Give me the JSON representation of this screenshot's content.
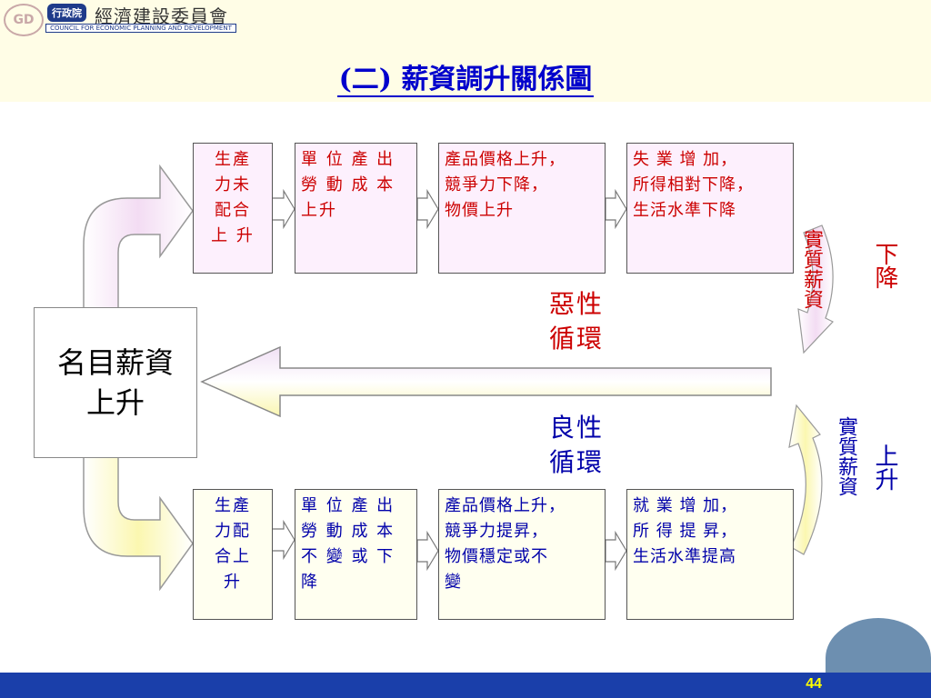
{
  "header": {
    "logo_badge": "GD",
    "logo_exec": "行政院",
    "logo_cn": "經濟建設委員會",
    "logo_en": "COUNCIL FOR ECONOMIC PLANNING AND DEVELOPMENT",
    "title": "(二) 薪資調升關係圖"
  },
  "center_box": {
    "line1": "名目薪資",
    "line2": "上升"
  },
  "top_row": [
    {
      "lines": [
        "生產",
        "力未",
        "配合",
        "上 升"
      ]
    },
    {
      "lines": [
        "單 位 產 出",
        "勞 動 成 本",
        "上升"
      ]
    },
    {
      "lines": [
        "產品價格上升，",
        "競爭力下降，",
        "物價上升"
      ]
    },
    {
      "lines": [
        "失 業 增 加，",
        "所得相對下降，",
        "生活水準下降"
      ]
    }
  ],
  "bottom_row": [
    {
      "lines": [
        "生產",
        "力配",
        "合上",
        "升"
      ]
    },
    {
      "lines": [
        "單 位 產 出",
        "勞 動 成 本",
        "不 變 或 下",
        "降"
      ]
    },
    {
      "lines": [
        "產品價格上升，",
        "競爭力提昇，",
        "物價穩定或不",
        "變"
      ]
    },
    {
      "lines": [
        "就 業 增 加，",
        "所 得 提 昇，",
        "生活水準提高"
      ]
    }
  ],
  "vicious": {
    "line1": "惡性",
    "line2": "循環"
  },
  "virtuous": {
    "line1": "良性",
    "line2": "循環"
  },
  "real_wage_down": {
    "label": "實質薪資",
    "direction": "下降"
  },
  "real_wage_up": {
    "label": "實質薪資",
    "direction": "上升"
  },
  "footer": {
    "page": "44"
  },
  "colors": {
    "red": "#cc0000",
    "blue": "#0000aa",
    "title_blue": "#0000cc",
    "footer_bar": "#1a3faa"
  }
}
